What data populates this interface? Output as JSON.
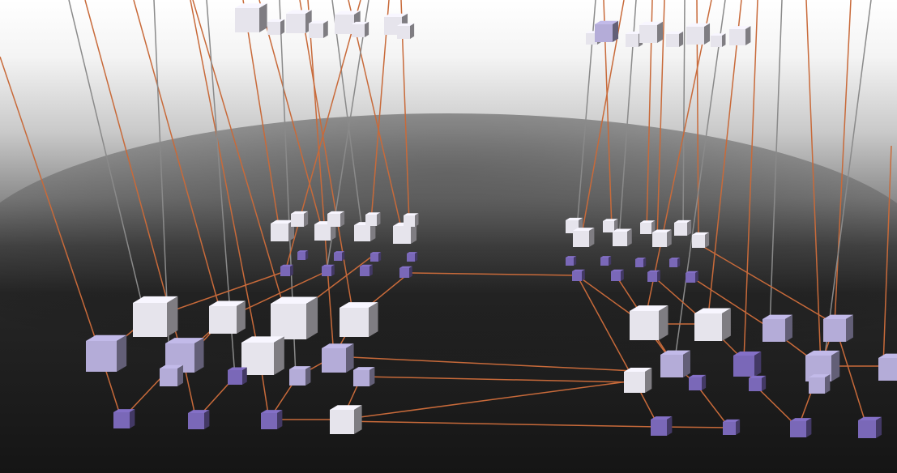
{
  "scene": {
    "description_free": true,
    "colors": {
      "sky_top": "#ffffff",
      "sky_mid": "#9a9a9a",
      "floor_dark": "#1a1a1a",
      "floor_far": "#2b2b2b",
      "cable_copper": "#c86a3a",
      "cable_gray": "#8a8a8a",
      "cube_light": "#e6e4ec",
      "cube_lavender": "#b4acd8",
      "cube_purple": "#7a68b8"
    },
    "elements": [
      "hanging-cable",
      "node-cube",
      "connector-cable"
    ]
  }
}
